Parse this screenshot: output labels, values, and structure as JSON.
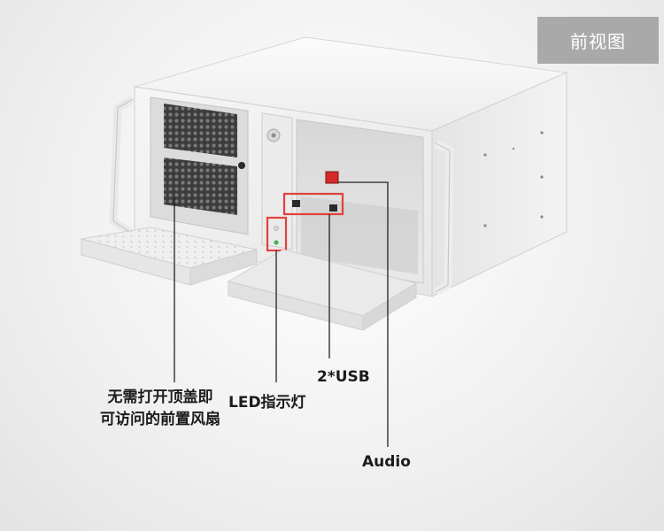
{
  "header": {
    "title": "前视图"
  },
  "callouts": [
    {
      "id": "fan",
      "lines": [
        "无需打开顶盖即",
        "可访问的前置风扇"
      ]
    },
    {
      "id": "led",
      "text": "LED指示灯"
    },
    {
      "id": "usb",
      "text": "2*USB"
    },
    {
      "id": "audio",
      "text": "Audio"
    }
  ],
  "colors": {
    "badge": "#a9a9a9",
    "chassis": "#f4f4f4",
    "highlight": "#e2413d",
    "power_button": "#d62929",
    "led_green": "#4caf50",
    "leader_line": "#222222"
  }
}
